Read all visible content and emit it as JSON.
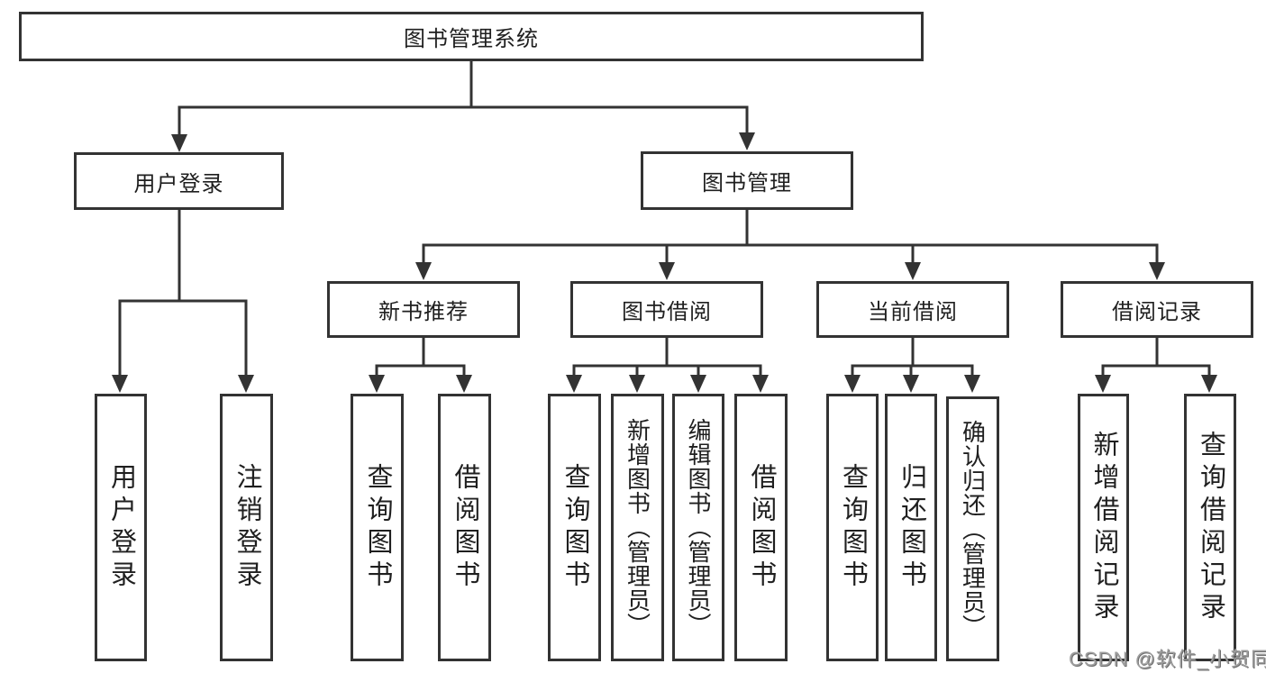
{
  "nodes": {
    "root": "图书管理系统",
    "user_login": "用户登录",
    "book_management": "图书管理",
    "modules": [
      "新书推荐",
      "图书借阅",
      "当前借阅",
      "借阅记录"
    ],
    "leaves": {
      "user": [
        "用户登录",
        "注销登录"
      ],
      "new_book": [
        "查询图书",
        "借阅图书"
      ],
      "book_borrow": [
        "查询图书",
        "新增图书（管理员）",
        "编辑图书（管理员）",
        "借阅图书"
      ],
      "current": [
        "查询图书",
        "归还图书",
        "确认归还（管理员）"
      ],
      "record": [
        "新增借阅记录",
        "查询借阅记录"
      ]
    }
  },
  "watermark": "CSDN @软件_小贺同学",
  "colors": {
    "line": "#333333",
    "box_border": "#333333",
    "text": "#1f1f1f",
    "watermark": "#9e9e9e",
    "background": "#ffffff"
  }
}
